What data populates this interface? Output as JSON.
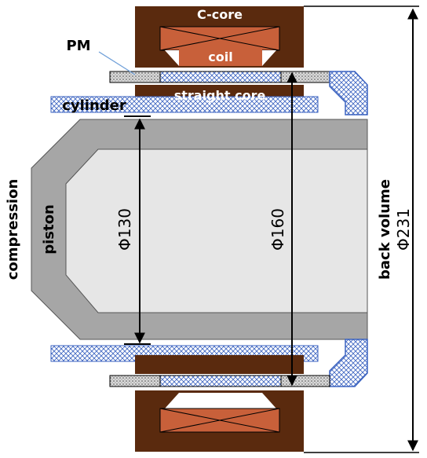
{
  "labels": {
    "c_core": "C-core",
    "coil": "coil",
    "pm": "PM",
    "straight_core": "straight core",
    "cylinder": "cylinder",
    "compression": "compression",
    "piston": "piston",
    "back_volume": "back volume",
    "dim_130": "Φ130",
    "dim_160": "Φ160",
    "dim_231": "Φ231"
  },
  "colors": {
    "core_brown": "#5a2a0e",
    "coil_copper": "#c8603a",
    "piston_gray": "#a6a6a6",
    "piston_inner": "#e6e6e6",
    "hatch_blue": "#3a62c0",
    "pm_dots": "#d9d9d9"
  }
}
